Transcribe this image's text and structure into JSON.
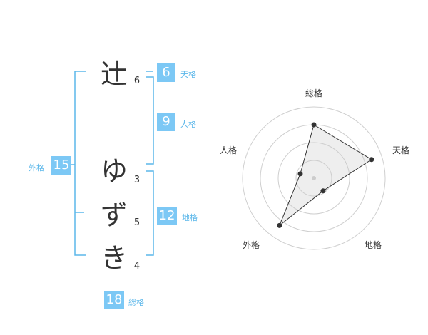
{
  "name": {
    "characters": [
      {
        "char": "辻",
        "strokes": "6"
      },
      {
        "char": "ゆ",
        "strokes": "3"
      },
      {
        "char": "ず",
        "strokes": "5"
      },
      {
        "char": "き",
        "strokes": "4"
      }
    ]
  },
  "fortune": {
    "tenkaku": {
      "value": "6",
      "label": "天格"
    },
    "jinkaku": {
      "value": "9",
      "label": "人格"
    },
    "chikaku": {
      "value": "12",
      "label": "地格"
    },
    "gaikaku": {
      "value": "15",
      "label": "外格"
    },
    "soukaku": {
      "value": "18",
      "label": "総格"
    }
  },
  "colors": {
    "accent": "#7cc8f5",
    "bracket": "#5bb7ea",
    "text": "#333333"
  },
  "chart_data": {
    "type": "radar",
    "categories": [
      "総格",
      "天格",
      "地格",
      "外格",
      "人格"
    ],
    "values": [
      0.75,
      0.85,
      0.22,
      0.82,
      0.2
    ],
    "rings": 4,
    "grid": true
  }
}
